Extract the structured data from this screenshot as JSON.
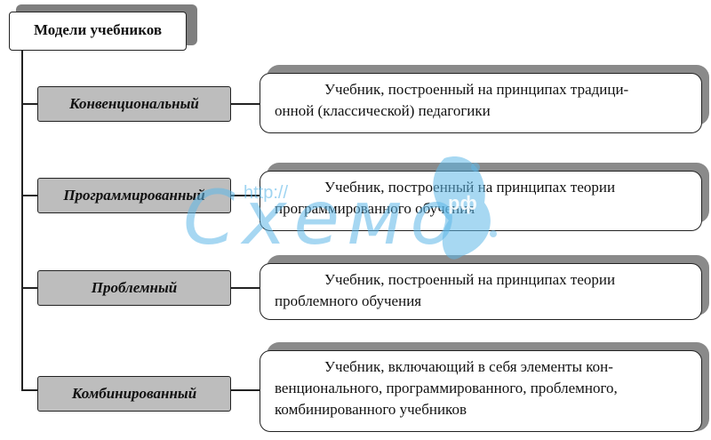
{
  "root": {
    "label": "Модели учебников"
  },
  "rows": [
    {
      "category": "Конвенциональный",
      "lines": [
        "Учебник, построенный на принципах традици-",
        "онной  (классической) педагогики"
      ]
    },
    {
      "category": "Программированный",
      "lines": [
        "Учебник, построенный на принципах теории",
        "программированного обучения"
      ]
    },
    {
      "category": "Проблемный",
      "lines": [
        "Учебник, построенный на принципах теории",
        "проблемного обучения"
      ]
    },
    {
      "category": "Комбинированный",
      "lines": [
        "Учебник, включающий в себя элементы кон-",
        "венционального, программированного, проблемного,",
        "комбинированного учебников"
      ]
    }
  ],
  "watermark": {
    "url": "http://",
    "brand": "Схемо",
    "domain": "рф"
  },
  "colors": {
    "category_fill": "#bdbdbd",
    "shadow": "#8a8a8a",
    "watermark": "#5fb8e8"
  }
}
